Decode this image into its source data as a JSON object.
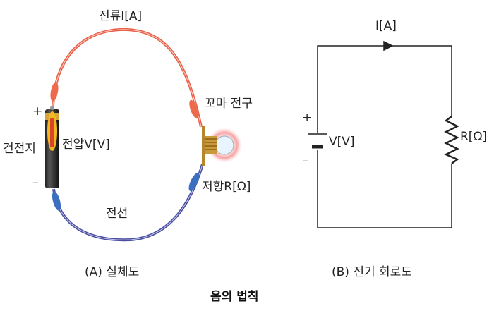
{
  "physical_diagram": {
    "current_label": "전류I[A]",
    "battery_label": "건전지",
    "voltage_label": "전압V[V]",
    "plus_sign": "+",
    "minus_sign": "–",
    "bulb_label": "꼬마 전구",
    "resistance_label": "저항R[Ω]",
    "wire_label": "전선",
    "caption": "(A) 실체도"
  },
  "circuit_diagram": {
    "current_label": "I[A]",
    "voltage_label": "V[V]",
    "plus_sign": "+",
    "minus_sign": "–",
    "resistance_label": "R[Ω]",
    "caption": "(B) 전기 회로도"
  },
  "title": "옴의 법칙",
  "colors": {
    "red_wire": "#e8604a",
    "blue_wire": "#4a4f9e",
    "line": "#222222"
  }
}
